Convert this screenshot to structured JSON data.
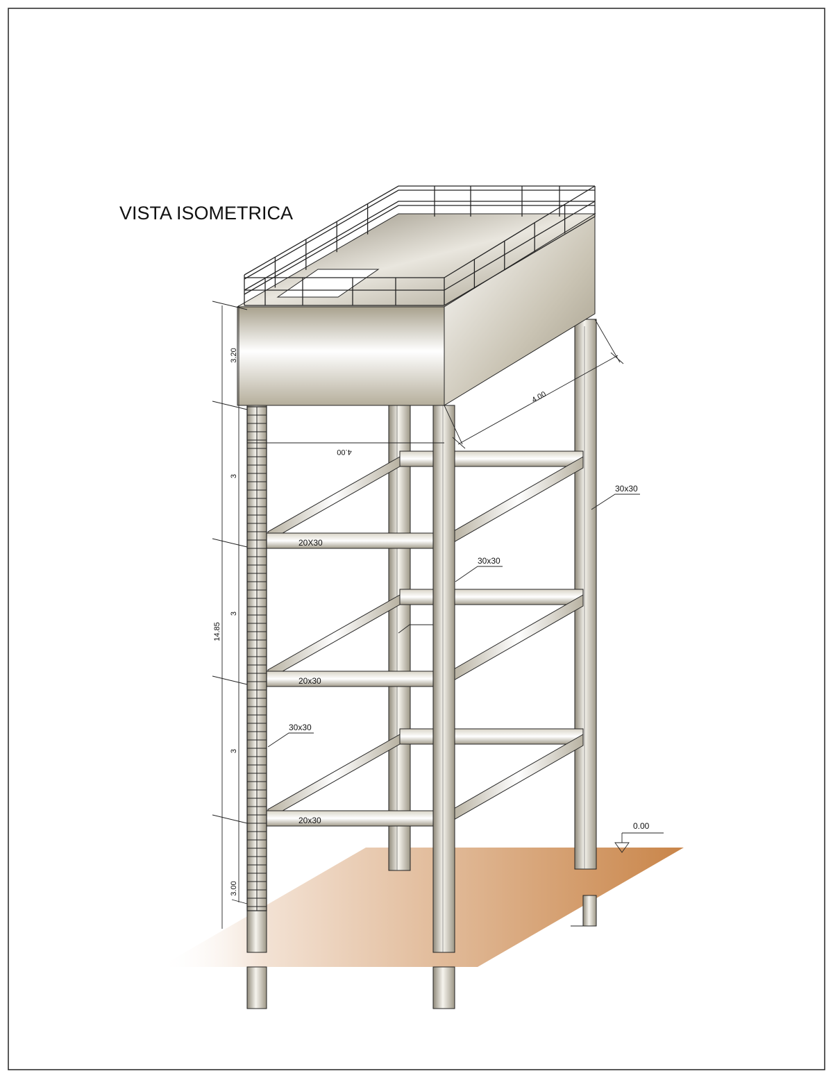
{
  "title": "VISTA ISOMETRICA",
  "dimensions": {
    "tank_height": "3.20",
    "level_1": "3",
    "level_2": "3",
    "level_3": "3",
    "base_height": "3.00",
    "total_height": "14.85",
    "width_front": "4.00",
    "width_side": "4.00"
  },
  "labels": {
    "column_right": "30x30",
    "column_mid": "30x30",
    "column_left": "30x30",
    "beam_upper": "20X30",
    "beam_middle": "20x30",
    "beam_lower": "20x30",
    "ground_level": "0.00"
  },
  "colors": {
    "ground": "#c98549",
    "column": "#bfb9a8",
    "tank": "#b1aa97",
    "line": "#111111"
  }
}
